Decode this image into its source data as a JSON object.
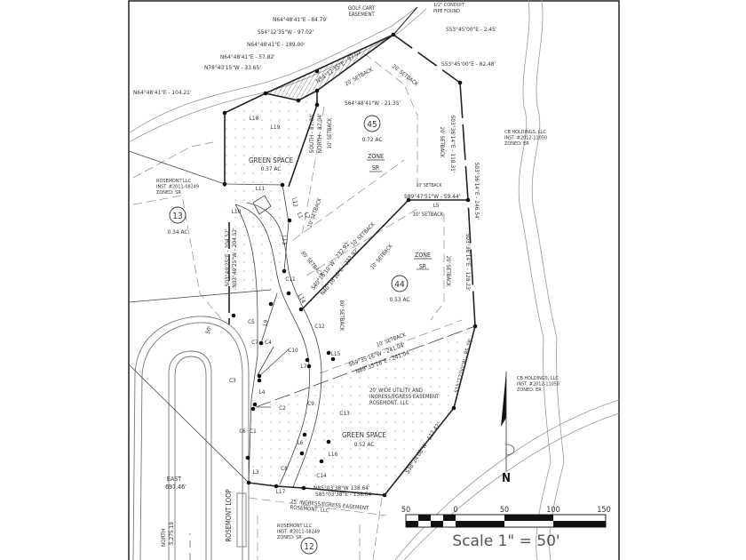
{
  "title": "Plat survey - Rosemont lots 44 and 45",
  "labels": {
    "golf_cart": [
      "GOLF CART",
      "EASEMENT"
    ],
    "conduit": [
      "1/2\" CONDUIT",
      "PIPE FOUND"
    ],
    "b_s53_245": "S53°45'00\"E - 2.45'",
    "b_n64_8479": "N64°48'41\"E - 84.79'",
    "b_s54_9702": "S54°12'35\"W - 97.02'",
    "b_n64_18900": "N64°48'41\"E - 189.00'",
    "b_n64_5782": "N64°48'41\"E - 57.82'",
    "b_n78_3365": "N78°43'15\"W - 33.65'",
    "b_n64_10421": "N64°48'41\"E - 104.21'",
    "b_s53_8248": "S53°45'00\"E - 82.48'",
    "b_n54_9702": "N54°12'35\"E - 97.02'",
    "setback_20a": "20' SETBACK",
    "setback_20b": "20' SETBACK",
    "b_s64_2135": "S64°48'41\"W - 21.35'",
    "l18": "L18",
    "l19": "L19",
    "b_south_8704": "SOUTH - 87.04'",
    "b_north_8704": "NORTH - 87.04'",
    "setback_10a": "10' SETBACK",
    "lot45_num": "45",
    "lot45_area": "0.72 AC",
    "zone45": [
      "ZONE",
      "SR"
    ],
    "setback_20c": "20' SETBACK",
    "b_s03_11831": "S03°36'14\"E - 118.31'",
    "b_s03_24654": "S03°36'14\"E - 246.54'",
    "green1_title": "GREEN SPACE",
    "green1_area": "0.37 AC",
    "rosemont13": [
      "ROSEMONT LLC",
      "INST. #2011-08249",
      "ZONED: SR"
    ],
    "lot13_num": "13",
    "lot13_area": "0.34 AC",
    "l10": "L10",
    "l11": "L11",
    "l12": "L12",
    "l1": "L1",
    "l2": "L2",
    "setback_10b": "10' SETBACK",
    "b_s03_20452": "S03°49'25\"E - 204.52'",
    "b_n03_20452": "N03°49'25\"W - 204.52'",
    "l13": "L13",
    "c11": "C11",
    "l14": "L14",
    "setback_80a": "80' SETBACK",
    "setback_10c": "10' SETBACK",
    "b_s89_5944": "S89°47'51\"W - 59.44'",
    "l5": "L5",
    "setback_10d": "10' SETBACK",
    "setback_10e": "10' SETBACK",
    "b_s40_23292": "S40°16'10\"W - 232.92'",
    "b_n40_23292": "N40°16'10\"E - 232.92'",
    "setback_10f": "10' SETBACK",
    "zone44": [
      "ZONE",
      "SR"
    ],
    "lot44_num": "44",
    "lot44_area": "0.53 AC",
    "setback_20d": "20' SETBACK",
    "b_s03_12823": "S03°36'14\"E - 128.23'",
    "cb1": [
      "CB HOLDINGS, LLC",
      "INST. #2012-11050",
      "ZONED: ER"
    ],
    "cb2": [
      "CB HOLDINGS, LLC",
      "INST. #2012-11050",
      "ZONED: ER"
    ],
    "setback_80b": "80' SETBACK",
    "c12": "C12",
    "l15": "L15",
    "setback_10g": "10' SETBACK",
    "b_s69_24104": "S69°35'16\"W - 241.04'",
    "b_n69_24104": "N69°35'16\"E - 241.04'",
    "b_s15_8578": "S15°12'00\"W - 85.78'",
    "c5": "C5",
    "l9": "L9",
    "c7": "C7",
    "c4": "C4",
    "c10": "C10",
    "l7": "L7",
    "c3": "C3",
    "l4": "L4",
    "c2": "C2",
    "c9": "C9",
    "c13": "C13",
    "c6": "C6",
    "c1": "C1",
    "green2_title": "GREEN SPACE",
    "green2_area": "0.52 AC",
    "l6": "L6",
    "l16": "L16",
    "c8": "C8",
    "l3": "L3",
    "c14": "C14",
    "l17": "L17",
    "utility": [
      "20' WIDE UTILITY AND",
      "INGRESS/EGRESS EASEMENT",
      "ROSEMONT, LLC"
    ],
    "b_s38_11242": "S38°24'08\"W - 112.42'",
    "b_n85_13864": "N85°03'38\"W 138.64'",
    "b_s85_13864": "S85°03'38\"E - 138.64'",
    "ingress25": [
      "25' INGRESS/EGRESS EASEMENT",
      "ROSEMONT, LLC"
    ],
    "east": "EAST",
    "east_dist": "697.46'",
    "road": "ROSEMONT LOOP",
    "north": "NORTH",
    "north_dist": "5,275.19",
    "radius": "50'",
    "rosemont12": [
      "ROSEMONT LLC",
      "INST. #2011-08249",
      "ZONED: SR"
    ],
    "lot12_num": "12"
  },
  "north_arrow": "N",
  "scale": {
    "ticks": [
      "50",
      "0",
      "50",
      "100",
      "150"
    ],
    "caption": "Scale 1\" = 50'"
  }
}
